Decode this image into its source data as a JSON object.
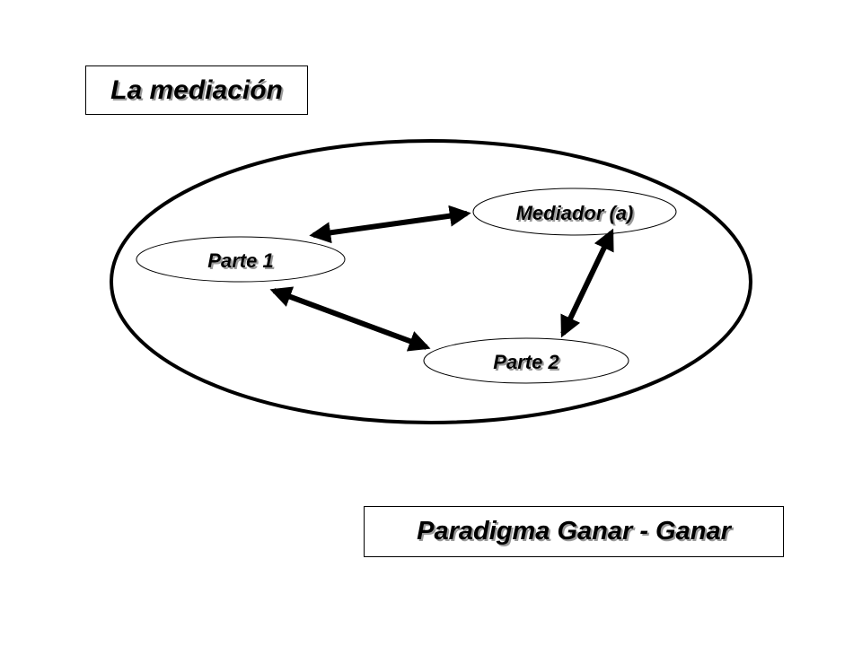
{
  "title": "La mediación",
  "footer": "Paradigma Ganar - Ganar",
  "diagram": {
    "nodes": {
      "mediator": "Mediador (a)",
      "party1": "Parte 1",
      "party2": "Parte 2"
    }
  },
  "colors": {
    "stroke": "#000000",
    "background": "#ffffff",
    "text_shadow": "#9a9a9a"
  }
}
